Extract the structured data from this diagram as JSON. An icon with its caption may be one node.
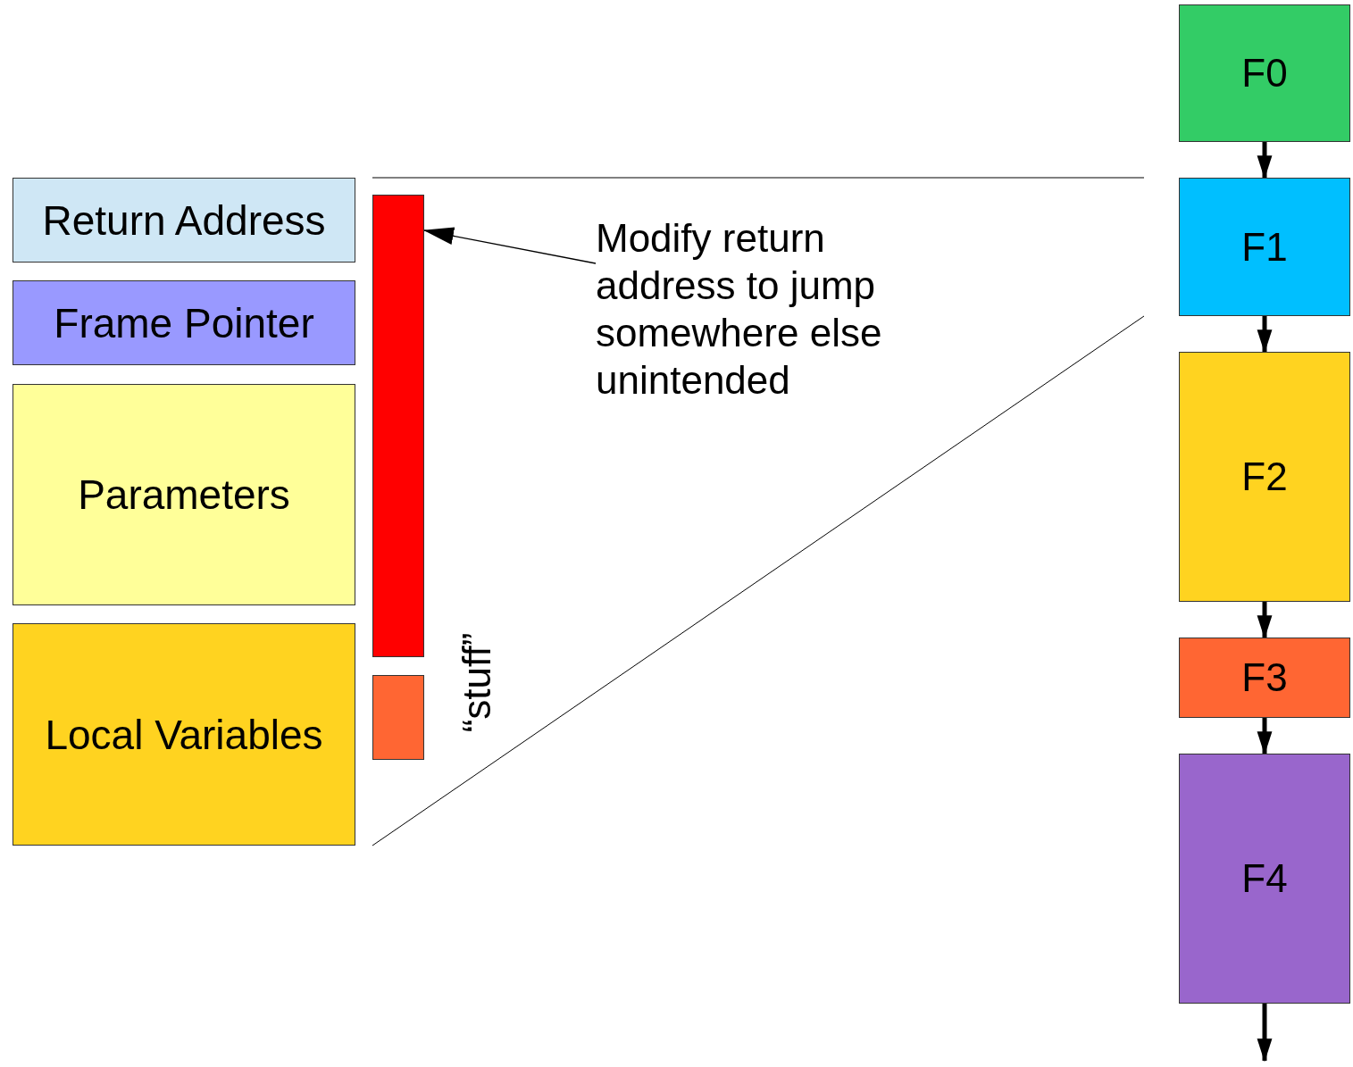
{
  "diagram": {
    "nodes": [
      {
        "text": [
          "Return Address"
        ]
      },
      {
        "text": [
          "Frame Pointer"
        ]
      },
      {
        "text": [
          "Parameters"
        ]
      },
      {
        "text": [
          "Local Variables"
        ]
      },
      {
        "text": [],
        "shape": "box"
      },
      {
        "text": [],
        "shape": "box"
      },
      {
        "text": [
          "Modify return address to jump somewhere else unintended"
        ]
      },
      {
        "text": [
          "F0"
        ]
      },
      {
        "text": [
          "F1"
        ]
      },
      {
        "text": [
          "F2"
        ]
      },
      {
        "text": [
          "F3"
        ]
      },
      {
        "text": [
          "F4"
        ]
      }
    ],
    "edges": [
      {
        "from": 6,
        "to": 4,
        "arrow": "to"
      },
      {
        "from": 7,
        "to": 8,
        "arrow": "to"
      },
      {
        "from": 8,
        "to": 9,
        "arrow": "to"
      },
      {
        "from": 9,
        "to": 10,
        "arrow": "to"
      },
      {
        "from": 10,
        "to": 11,
        "arrow": "to"
      },
      {
        "from": 11,
        "to": null,
        "arrow": "to"
      }
    ],
    "labels": [
      "“stuff”"
    ]
  }
}
